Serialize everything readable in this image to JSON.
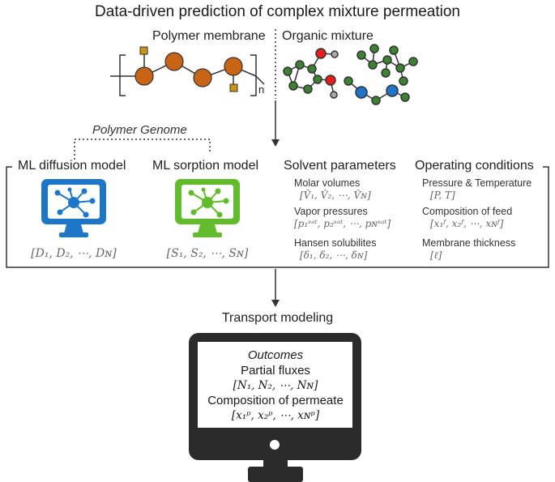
{
  "title": "Data-driven prediction of complex mixture permeation",
  "top": {
    "polymer_label": "Polymer membrane",
    "organic_label": "Organic mixture",
    "repeat_subscript": "n"
  },
  "polymer_genome": "Polymer Genome",
  "columns": {
    "diffusion": {
      "label": "ML diffusion model",
      "formula": "[D₁, D₂, ⋯, Dɴ]"
    },
    "sorption": {
      "label": "ML sorption model",
      "formula": "[S₁, S₂, ⋯, Sɴ]"
    },
    "solvent": {
      "label": "Solvent parameters",
      "items": [
        {
          "name": "Molar volumes",
          "formula": "[V̂₁, V̂₂, ⋯, V̂ɴ]"
        },
        {
          "name": "Vapor pressures",
          "formula": "[p₁ˢᵃᵗ, p₂ˢᵃᵗ, ⋯, pɴˢᵃᵗ]"
        },
        {
          "name": "Hansen solubilites",
          "formula": "[δ₁, δ₂, ⋯, δɴ]"
        }
      ]
    },
    "operating": {
      "label": "Operating conditions",
      "items": [
        {
          "name": "Pressure & Temperature",
          "formula": "[P, T]"
        },
        {
          "name": "Composition of feed",
          "formula": "[x₁ᶠ, x₂ᶠ, ⋯, xɴᶠ]"
        },
        {
          "name": "Membrane thickness",
          "formula": "[ℓ]"
        }
      ]
    }
  },
  "transport": "Transport modeling",
  "outcomes": {
    "heading": "Outcomes",
    "flux_label": "Partial fluxes",
    "flux_formula": "[N₁, N₂, ⋯, Nɴ]",
    "perm_label": "Composition of permeate",
    "perm_formula": "[x₁ᵖ, x₂ᵖ, ⋯, xɴᵖ]"
  },
  "colors": {
    "blue": "#1e76c8",
    "green": "#62bb2a",
    "orange": "#c86414",
    "mol_green": "#3c8232",
    "dark": "#2b2b2b"
  }
}
